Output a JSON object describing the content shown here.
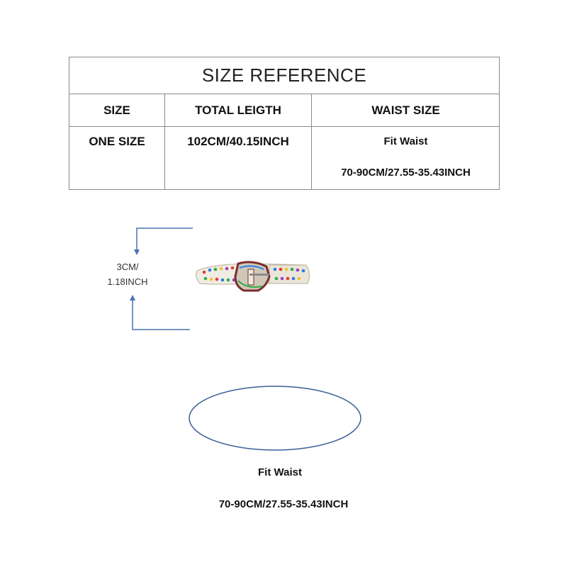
{
  "table": {
    "title": "SIZE REFERENCE",
    "headers": [
      "SIZE",
      "TOTAL LEIGTH",
      "WAIST SIZE"
    ],
    "row": {
      "size": "ONE SIZE",
      "total_length": "102CM/40.15INCH",
      "waist_line1": "Fit Waist",
      "waist_line2": "70-90CM/27.55-35.43INCH"
    }
  },
  "width_dimension": {
    "line1": "3CM/",
    "line2": "1.18INCH"
  },
  "waist_diagram": {
    "label": "Fit Waist",
    "range": "70-90CM/27.55-35.43INCH"
  },
  "colors": {
    "arrow": "#4a74b4",
    "ellipse": "#3a5f96",
    "table_border": "#8a8a8a"
  }
}
